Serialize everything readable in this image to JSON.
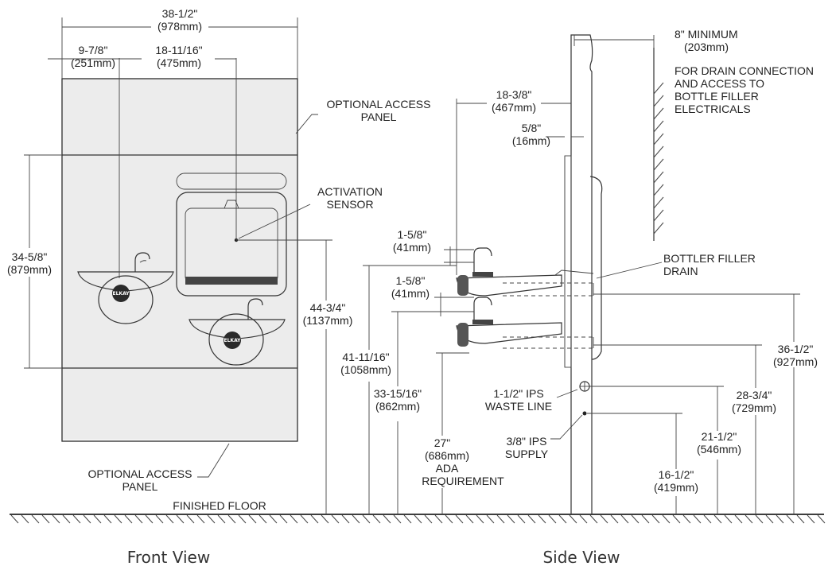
{
  "front_view": {
    "caption": "Front View",
    "dim_overall_width": [
      "38-1/2\"",
      "(978mm)"
    ],
    "dim_left_offset": [
      "9-7/8\"",
      "(251mm)"
    ],
    "dim_center_offset": [
      "18-11/16\"",
      "(475mm)"
    ],
    "dim_panel_height": [
      "34-5/8\"",
      "(879mm)"
    ],
    "dim_sensor_height": [
      "44-3/4\"",
      "(1137mm)"
    ],
    "activation_sensor": [
      "ACTIVATION",
      "SENSOR"
    ],
    "optional_panel_top": [
      "OPTIONAL ACCESS",
      "PANEL"
    ],
    "optional_panel_bottom": [
      "OPTIONAL ACCESS",
      "PANEL"
    ],
    "finished_floor": "FINISHED FLOOR",
    "logo_text": "ELKAY"
  },
  "side_view": {
    "caption": "Side View",
    "dim_wall_clearance": [
      "8\" MINIMUM",
      "(203mm)"
    ],
    "drain_note": [
      "FOR DRAIN CONNECTION",
      "AND ACCESS TO",
      "BOTTLE FILLER",
      "ELECTRICALS"
    ],
    "dim_projection": [
      "18-3/8\"",
      "(467mm)"
    ],
    "dim_wall_gap": [
      "5/8\"",
      "(16mm)"
    ],
    "dim_upper_bubbler": [
      "1-5/8\"",
      "(41mm)"
    ],
    "dim_lower_bubbler": [
      "1-5/8\"",
      "(41mm)"
    ],
    "bottle_filler_drain": [
      "BOTTLER FILLER",
      "DRAIN"
    ],
    "dim_upper_rim": [
      "41-11/16\"",
      "(1058mm)"
    ],
    "dim_lower_rim": [
      "33-15/16\"",
      "(862mm)"
    ],
    "ada": [
      "27\"",
      "(686mm)",
      "ADA",
      "REQUIREMENT"
    ],
    "dim_upper_drain": [
      "36-1/2\"",
      "(927mm)"
    ],
    "dim_lower_drain": [
      "28-3/4\"",
      "(729mm)"
    ],
    "dim_waste_line": [
      "21-1/2\"",
      "(546mm)"
    ],
    "dim_supply": [
      "16-1/2\"",
      "(419mm)"
    ],
    "waste_line": [
      "1-1/2\" IPS",
      "WASTE LINE"
    ],
    "supply": [
      "3/8\" IPS",
      "SUPPLY"
    ]
  }
}
